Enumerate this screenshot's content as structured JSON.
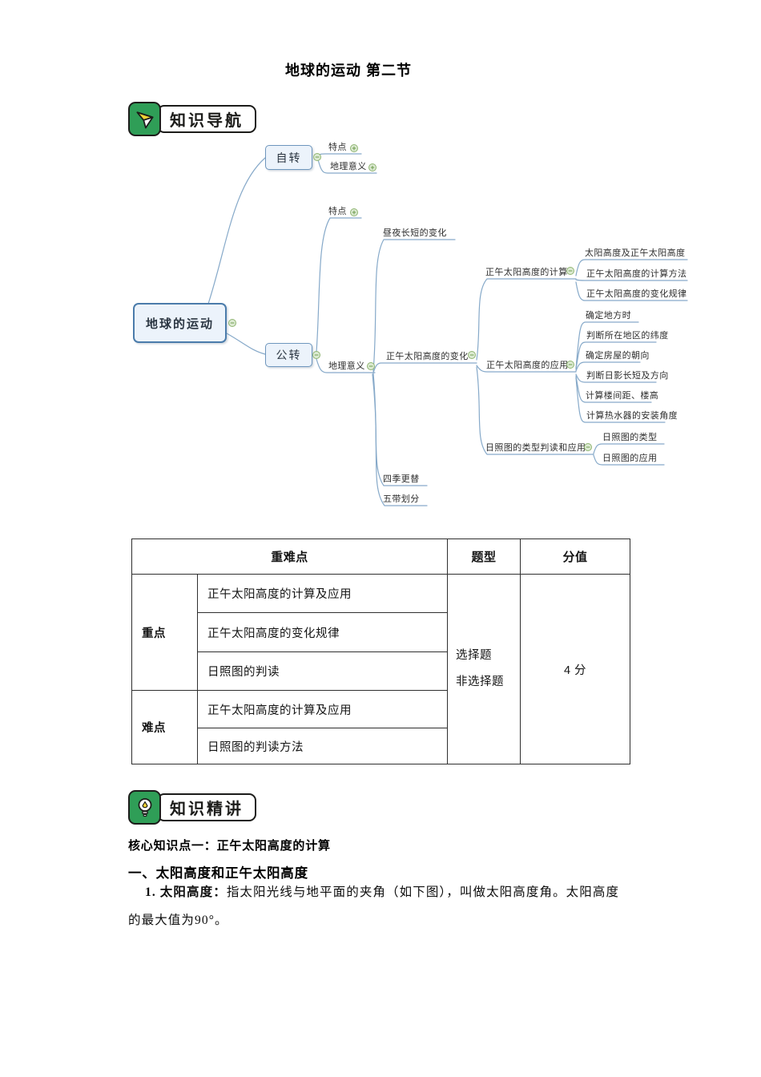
{
  "content": {
    "title": "地球的运动 第二节",
    "nav_badge": "知识导航",
    "lecture_badge": "知识精讲",
    "core_heading": "核心知识点一：正午太阳高度的计算",
    "sub_heading": "一、太阳高度和正午太阳高度",
    "para_lead": "1. 太阳高度：",
    "para_line1": "指太阳光线与地平面的夹角（如下图），叫做太阳高度角。太阳高度",
    "para_line2": "的最大值为90°。"
  },
  "icons": {
    "collapse": "−",
    "expand": "+",
    "nav_icon": "paper-plane",
    "lecture_icon": "light-bulb"
  },
  "colors": {
    "badge_green": "#2f9e57",
    "badge_outline": "#1c1c1a",
    "icon_yellow": "#f2d335",
    "node_fill": "#ecf3fb",
    "node_border": "#6e96bd",
    "root_border": "#4b7cab",
    "connector_blue": "#86a9c9",
    "toggle_fill": "#dcead2",
    "toggle_border": "#8fb471"
  },
  "mindmap": {
    "root": "地球的运动",
    "rotation": {
      "label": "自转",
      "features": "特点",
      "geo": "地理意义"
    },
    "revolution": {
      "label": "公转",
      "features": "特点",
      "geo": "地理意义",
      "day_night": "昼夜长短的变化",
      "noon_change": "正午太阳高度的变化",
      "noon_calc": {
        "label": "正午太阳高度的计算",
        "children": [
          "太阳高度及正午太阳高度",
          "正午太阳高度的计算方法",
          "正午太阳高度的变化规律"
        ]
      },
      "noon_apply": {
        "label": "正午太阳高度的应用",
        "children": [
          "确定地方时",
          "判断所在地区的纬度",
          "确定房屋的朝向",
          "判断日影长短及方向",
          "计算楼间距、楼高",
          "计算热水器的安装角度"
        ]
      },
      "sun_chart": {
        "label": "日照图的类型判读和应用",
        "children": [
          "日照图的类型",
          "日照图的应用"
        ]
      },
      "seasons": "四季更替",
      "five_zones": "五带划分"
    }
  },
  "table": {
    "header": {
      "combined": "重难点",
      "qtype": "题型",
      "score": "分值"
    },
    "key_label": "重点",
    "difficult_label": "难点",
    "key_items": [
      "正午太阳高度的计算及应用",
      "正午太阳高度的变化规律",
      "日照图的判读"
    ],
    "difficult_items": [
      "正午太阳高度的计算及应用",
      "日照图的判读方法"
    ],
    "question_types": [
      "选择题",
      "非选择题"
    ],
    "score_value": "4 分"
  }
}
